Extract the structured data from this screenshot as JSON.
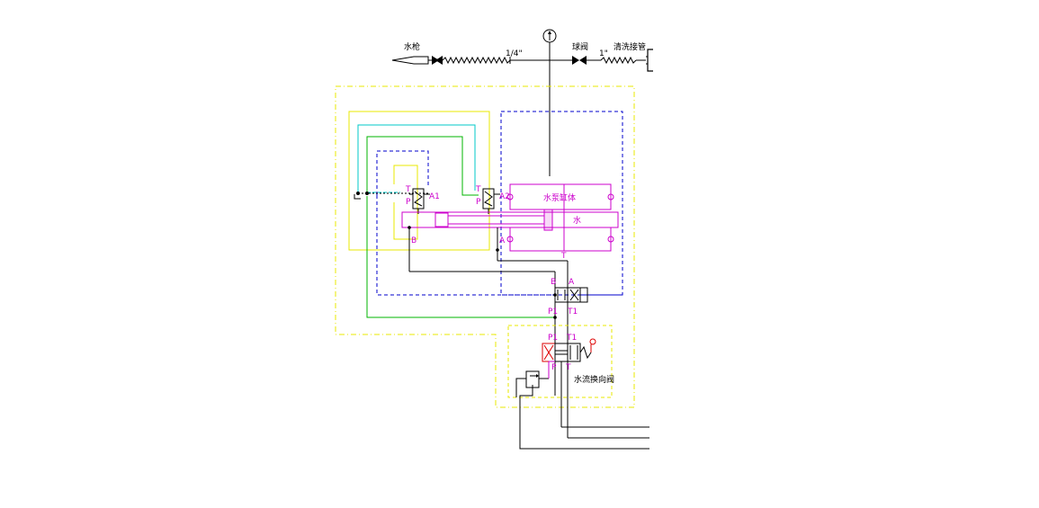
{
  "colors": {
    "black": "#000000",
    "yellow": "#e8e800",
    "cyan": "#00c8c8",
    "green": "#00b400",
    "blue": "#0000cc",
    "magenta": "#cc00cc",
    "red": "#dd0000",
    "gauge_dashed": "#e8e800"
  },
  "top_line": {
    "label_nozzle": "水枪",
    "label_pipe_size_1": "1/4\"",
    "label_valve": "球阀",
    "label_pipe_size_2": "1\"",
    "label_hose": "清洗接管",
    "gauge_icon": "pressure-gauge-icon"
  },
  "cylinders": {
    "water_pump_body_label": "水泵缸体",
    "water_label": "水"
  },
  "ports": {
    "a1": "A1",
    "a2": "A2",
    "p_left": "P",
    "t_left": "T",
    "p_right": "P",
    "t_right": "T",
    "b_cyl": "B",
    "a_cyl": "A",
    "t_bottom_cyl": "T",
    "dv_b": "B",
    "dv_a": "A",
    "dv_p1": "P1",
    "dv_t1": "T1",
    "cv_p1": "P1",
    "cv_t1": "T1",
    "cv_p": "P",
    "cv_t": "T"
  },
  "control_box": {
    "label": "水流换向阀"
  }
}
